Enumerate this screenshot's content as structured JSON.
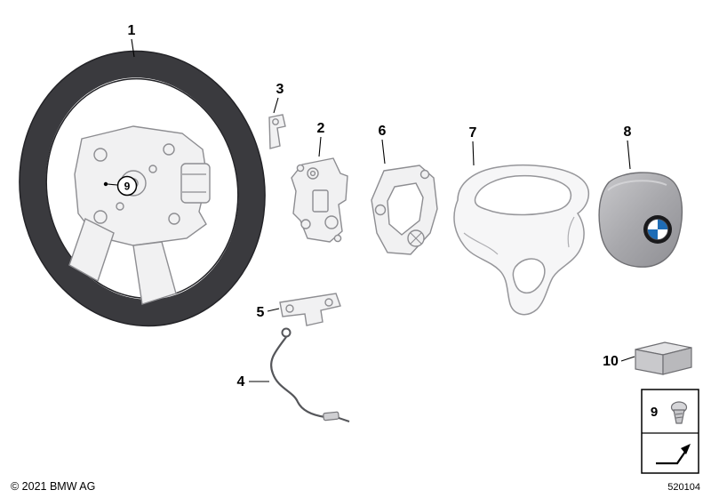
{
  "diagram": {
    "kind": "exploded-parts-diagram",
    "subject": "steering-wheel-assembly"
  },
  "labels": {
    "p1": "1",
    "p2": "2",
    "p3": "3",
    "p4": "4",
    "p5": "5",
    "p6": "6",
    "p7": "7",
    "p8": "8",
    "p9_hub": "9",
    "p9_legend": "9",
    "p10": "10"
  },
  "icons": {
    "screw": "screw-icon",
    "clip_arrow": "clip-arrow-icon",
    "bmw_roundel": "bmw-roundel-icon"
  },
  "colors": {
    "rim_dark": "#3a3a3e",
    "lineart_stroke": "#8d8d91",
    "bmw_blue": "#1e6cb5",
    "roundel_ring": "#1a1a1c"
  },
  "footer": {
    "copyright": "© 2021 BMW AG",
    "diagram_number": "520104"
  }
}
